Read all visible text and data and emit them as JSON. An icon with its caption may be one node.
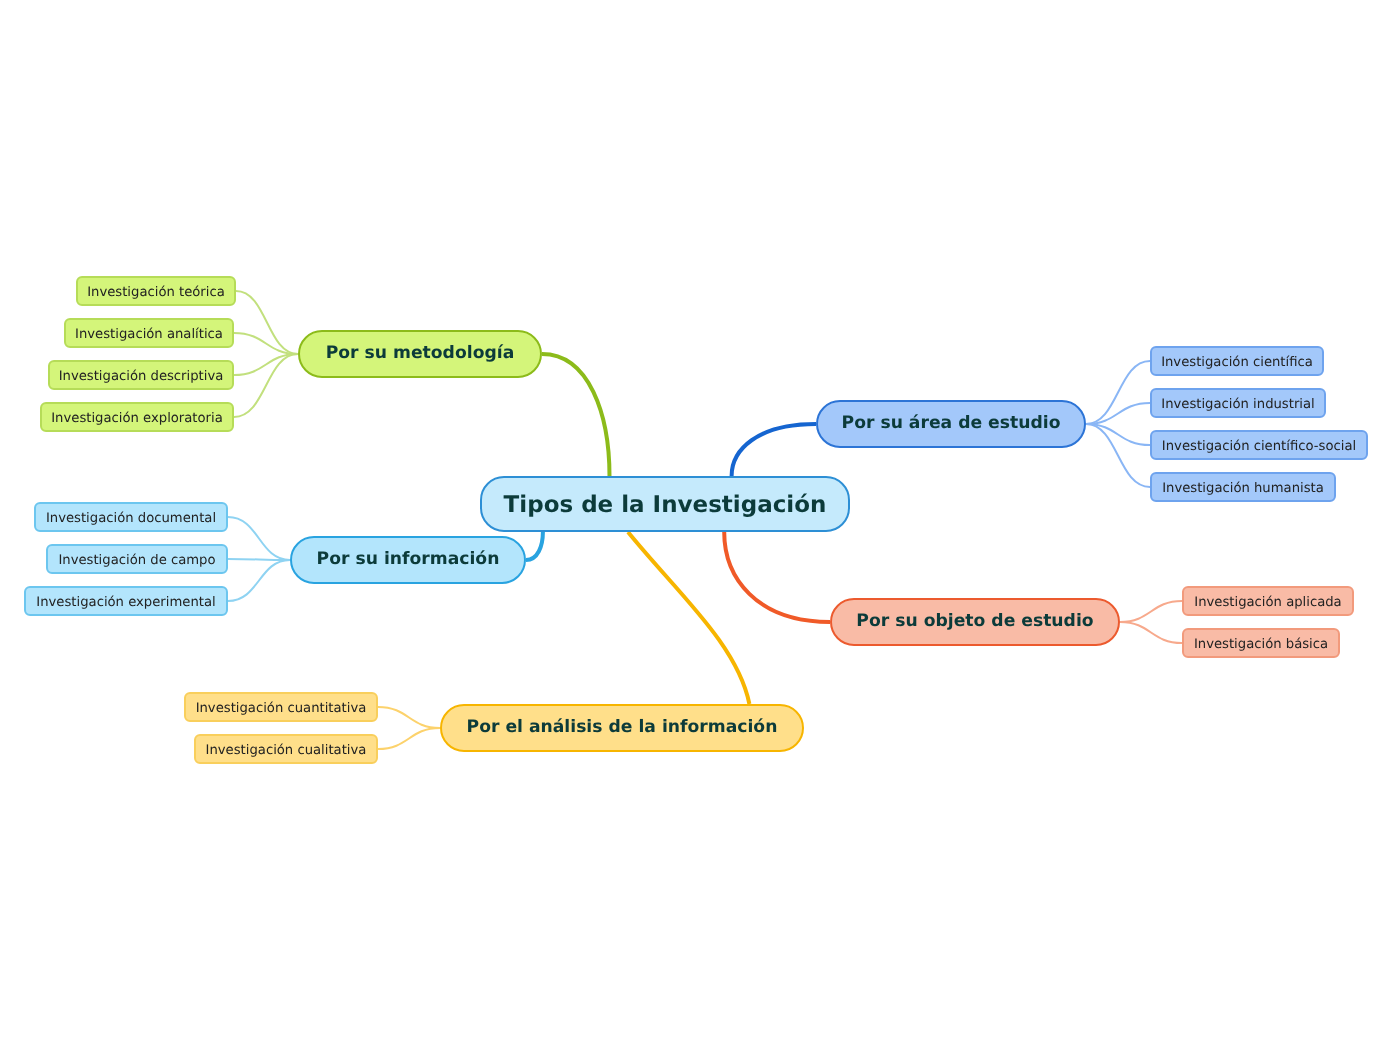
{
  "diagram": {
    "nodes": [
      {
        "text": [
          "Tipos de la Investigación"
        ]
      },
      {
        "text": [
          "Por su metodología"
        ]
      },
      {
        "text": [
          "Investigación teórica"
        ]
      },
      {
        "text": [
          "Investigación analítica"
        ]
      },
      {
        "text": [
          "Investigación descriptiva"
        ]
      },
      {
        "text": [
          "Investigación exploratoria"
        ]
      },
      {
        "text": [
          "Por su área de estudio"
        ]
      },
      {
        "text": [
          "Investigación científica"
        ]
      },
      {
        "text": [
          "Investigación industrial"
        ]
      },
      {
        "text": [
          "Investigación científico-social"
        ]
      },
      {
        "text": [
          "Investigación humanista"
        ]
      },
      {
        "text": [
          "Por su información"
        ]
      },
      {
        "text": [
          "Investigación documental"
        ]
      },
      {
        "text": [
          "Investigación de campo"
        ]
      },
      {
        "text": [
          "Investigación experimental"
        ]
      },
      {
        "text": [
          "Por su objeto de estudio"
        ]
      },
      {
        "text": [
          "Investigación aplicada"
        ]
      },
      {
        "text": [
          "Investigación básica"
        ]
      },
      {
        "text": [
          "Por el análisis de la información"
        ]
      },
      {
        "text": [
          "Investigación cuantitativa"
        ]
      },
      {
        "text": [
          "Investigación cualitativa"
        ]
      }
    ],
    "edges": [
      {
        "from": 0,
        "to": 1,
        "arrow": "none",
        "color": "#8cbb1a"
      },
      {
        "from": 1,
        "to": 2,
        "arrow": "none",
        "color": "#c2e07e"
      },
      {
        "from": 1,
        "to": 3,
        "arrow": "none",
        "color": "#c2e07e"
      },
      {
        "from": 1,
        "to": 4,
        "arrow": "none",
        "color": "#c2e07e"
      },
      {
        "from": 1,
        "to": 5,
        "arrow": "none",
        "color": "#c2e07e"
      },
      {
        "from": 0,
        "to": 6,
        "arrow": "none",
        "color": "#1565d0"
      },
      {
        "from": 6,
        "to": 7,
        "arrow": "none",
        "color": "#8ab6f5"
      },
      {
        "from": 6,
        "to": 8,
        "arrow": "none",
        "color": "#8ab6f5"
      },
      {
        "from": 6,
        "to": 9,
        "arrow": "none",
        "color": "#8ab6f5"
      },
      {
        "from": 6,
        "to": 10,
        "arrow": "none",
        "color": "#8ab6f5"
      },
      {
        "from": 0,
        "to": 11,
        "arrow": "none",
        "color": "#29a3e0"
      },
      {
        "from": 11,
        "to": 12,
        "arrow": "none",
        "color": "#8fd3f2"
      },
      {
        "from": 11,
        "to": 13,
        "arrow": "none",
        "color": "#8fd3f2"
      },
      {
        "from": 11,
        "to": 14,
        "arrow": "none",
        "color": "#8fd3f2"
      },
      {
        "from": 0,
        "to": 15,
        "arrow": "none",
        "color": "#f05a28"
      },
      {
        "from": 15,
        "to": 16,
        "arrow": "none",
        "color": "#f7a98c"
      },
      {
        "from": 15,
        "to": 17,
        "arrow": "none",
        "color": "#f7a98c"
      },
      {
        "from": 0,
        "to": 18,
        "arrow": "none",
        "color": "#f7b500"
      },
      {
        "from": 18,
        "to": 19,
        "arrow": "none",
        "color": "#fcd26c"
      },
      {
        "from": 18,
        "to": 20,
        "arrow": "none",
        "color": "#fcd26c"
      }
    ]
  }
}
